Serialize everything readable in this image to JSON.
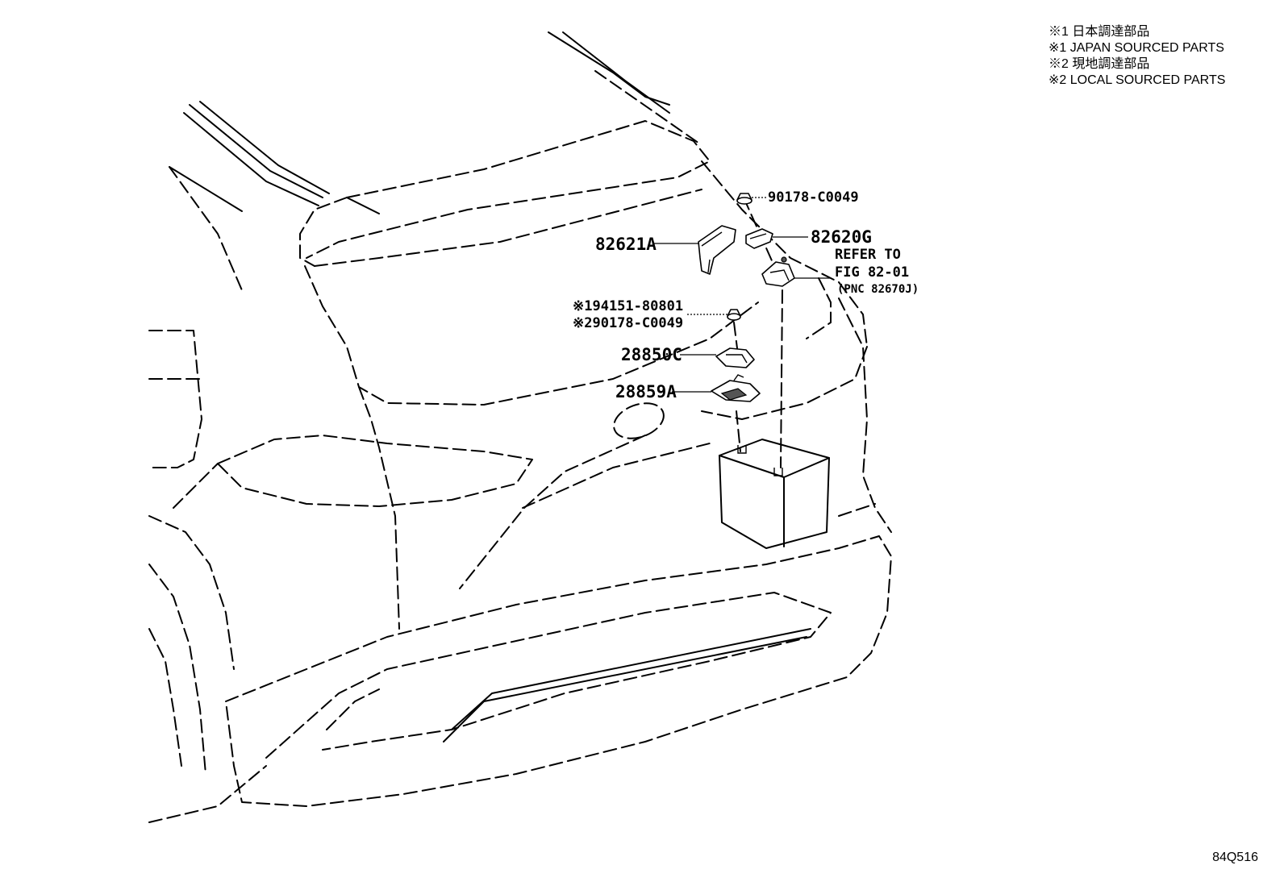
{
  "legend": {
    "line1": "※1 日本調達部品",
    "line2": "※1 JAPAN SOURCED PARTS",
    "line3": "※2 現地調達部品",
    "line4": "※2 LOCAL SOURCED PARTS"
  },
  "parts": {
    "p90178": "90178-C0049",
    "p82620g": "82620G",
    "p82621a": "82621A",
    "refer_line1": "REFER TO",
    "refer_line2": "FIG 82-01",
    "refer_line3": "(PNC 82670J)",
    "p194151": "※194151-80801",
    "p290178": "※290178-C0049",
    "p28850c": "28850C",
    "p28859a": "28859A"
  },
  "diagram_id": "84Q516"
}
